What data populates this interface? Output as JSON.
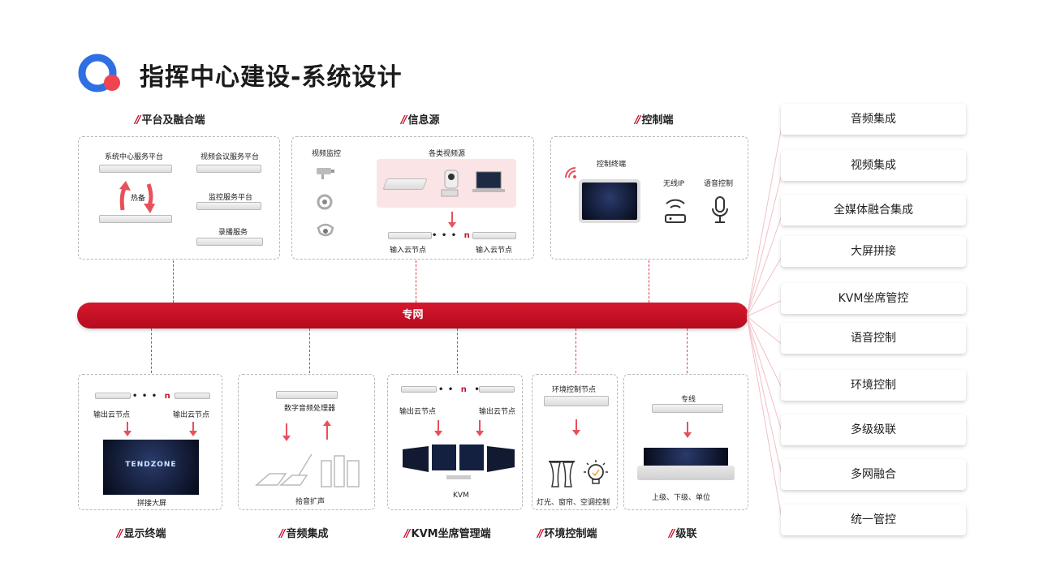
{
  "title": "指挥中心建设-系统设计",
  "sections": {
    "platform": "平台及融合端",
    "source": "信息源",
    "control": "控制端",
    "display": "显示终端",
    "audio": "音频集成",
    "kvm": "KVM坐席管理端",
    "env": "环境控制端",
    "cascade": "级联"
  },
  "platform": {
    "system_center": "系统中心服务平台",
    "video_conf": "视频会议服务平台",
    "hot_backup": "热备",
    "monitor": "监控服务平台",
    "recording": "录播服务"
  },
  "source": {
    "video_monitor": "视频监控",
    "video_sources": "各类视频源",
    "node_left": "输入云节点",
    "node_right": "输入云节点",
    "dots_n": "n"
  },
  "control": {
    "terminal": "控制终端",
    "wireless": "无线IP",
    "voice": "语音控制"
  },
  "network": "专网",
  "display": {
    "node_left": "输出云节点",
    "node_right": "输出云节点",
    "screen_brand": "TENDZONE",
    "screen_caption": "拼接大屏",
    "dots_n": "n"
  },
  "audio": {
    "processor": "数字音频处理器",
    "caption": "拾音扩声"
  },
  "kvm": {
    "node_left": "输出云节点",
    "node_right": "输出云节点",
    "caption": "KVM",
    "dots_n": "n"
  },
  "env": {
    "node": "环境控制节点",
    "caption": "灯光、窗帘、空调控制"
  },
  "cascade": {
    "line": "专线",
    "caption": "上级、下级、单位"
  },
  "right_items": [
    "音频集成",
    "视频集成",
    "全媒体融合集成",
    "大屏拼接",
    "KVM坐席管控",
    "语音控制",
    "环境控制",
    "多级级联",
    "多网融合",
    "统一管控"
  ],
  "colors": {
    "accent": "#c8102e",
    "logo_blue": "#2f6fe4",
    "logo_red": "#f04450"
  }
}
